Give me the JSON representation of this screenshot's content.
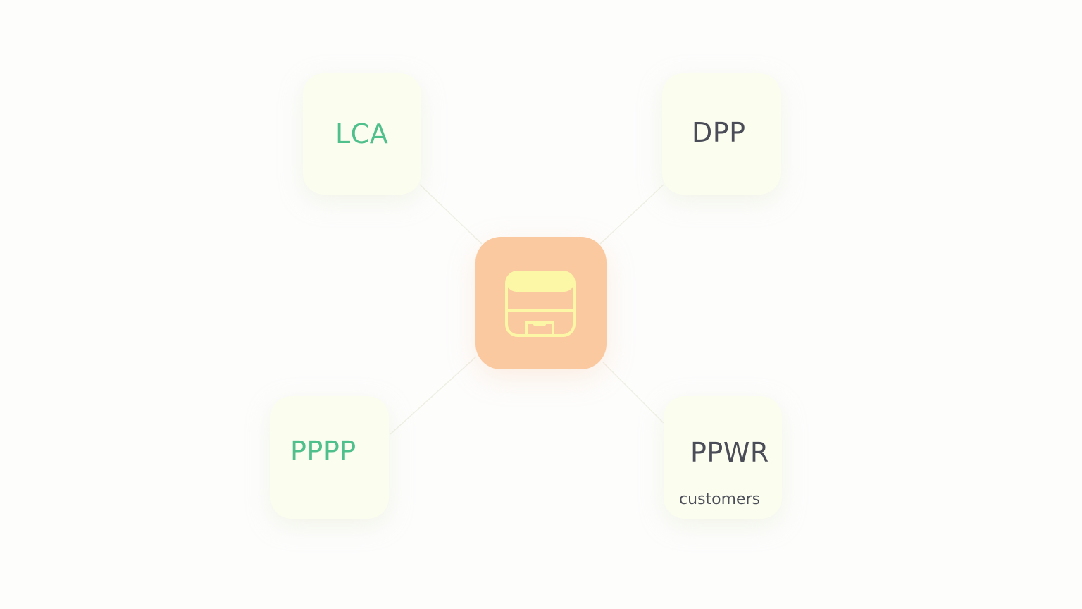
{
  "diagram": {
    "hub": {
      "icon": "storage-box-icon",
      "color": "#fbc9a0",
      "icon_color": "#fbf7a6"
    },
    "nodes": [
      {
        "id": "lca",
        "label": "LCA",
        "label_color": "#4fbf8b"
      },
      {
        "id": "dpp",
        "label": "DPP",
        "label_color": "#4a4c58"
      },
      {
        "id": "pppp",
        "label": "PPPP",
        "label_color": "#4fbf8b"
      },
      {
        "id": "ppwr",
        "label": "PPWR",
        "sublabel": "customers",
        "label_color": "#4a4c58"
      }
    ],
    "node_background": "#fbfdef",
    "connector_color": "#efefe4"
  }
}
